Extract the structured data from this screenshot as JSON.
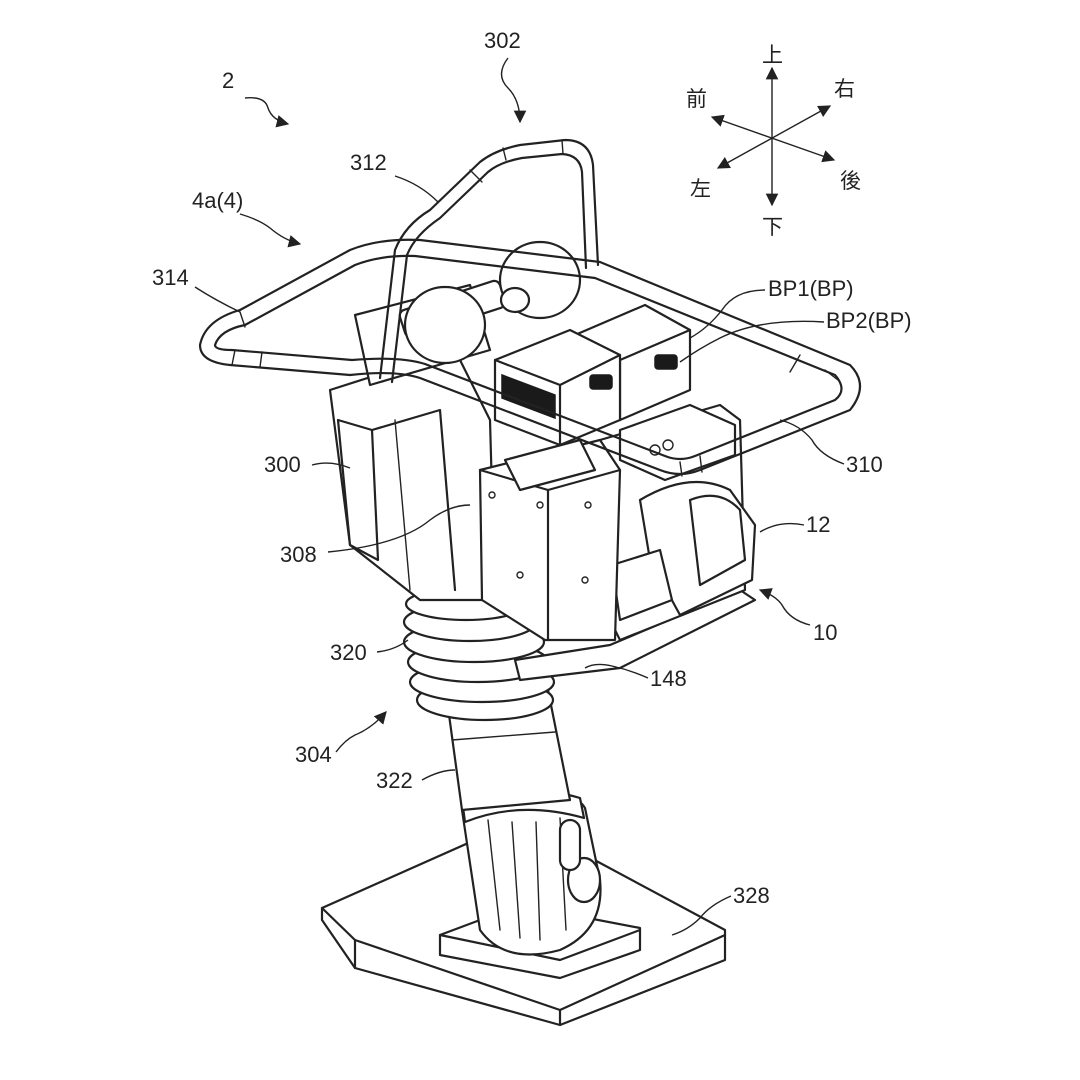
{
  "reference_numerals": {
    "r2": "2",
    "r302": "302",
    "r312": "312",
    "r4a": "4a(4)",
    "r314": "314",
    "rbp1": "BP1(BP)",
    "rbp2": "BP2(BP)",
    "r300": "300",
    "r310": "310",
    "r12": "12",
    "r308": "308",
    "r10": "10",
    "r320": "320",
    "r148": "148",
    "r304": "304",
    "r322": "322",
    "r328": "328"
  },
  "direction_indicator": {
    "up": "上",
    "down": "下",
    "front": "前",
    "rear": "後",
    "left": "左",
    "right": "右"
  }
}
